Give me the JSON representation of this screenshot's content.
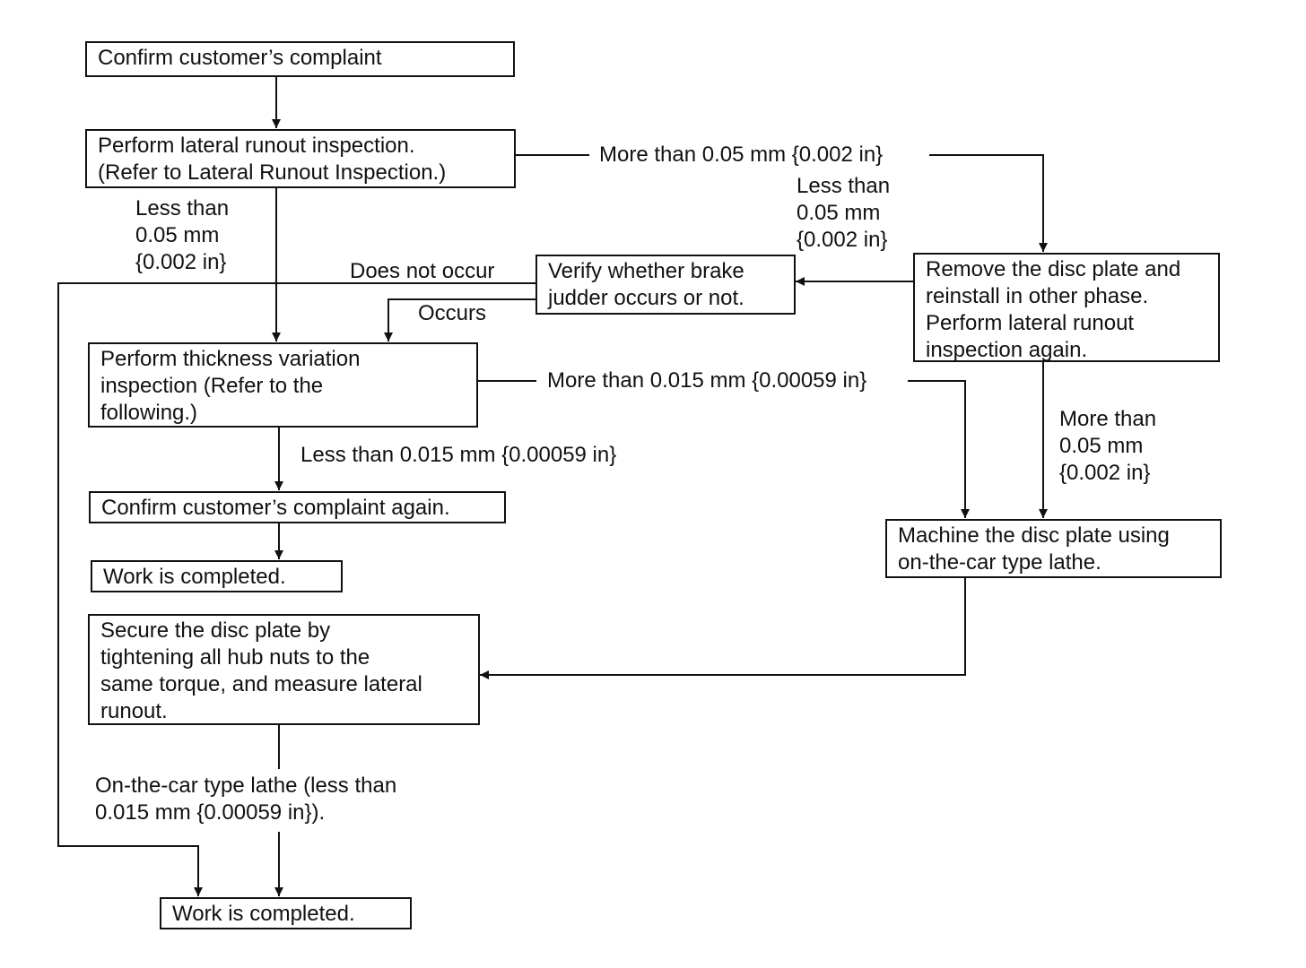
{
  "nodes": {
    "confirm_complaint": "Confirm customer’s complaint",
    "lateral_runout": "Perform lateral runout inspection.\n(Refer to Lateral Runout Inspection.)",
    "verify_judder": "Verify whether brake\njudder occurs or not.",
    "remove_reinstall": "Remove the disc plate and\nreinstall in other phase.\nPerform lateral runout\ninspection again.",
    "thickness_variation": "Perform thickness variation\ninspection (Refer to the\nfollowing.)",
    "confirm_again": "Confirm customer’s complaint again.",
    "work_completed_1": "Work is completed.",
    "machine_disc": "Machine the disc plate using\non-the-car type lathe.",
    "secure_disc": "Secure the disc plate by\ntightening all hub nuts to the\nsame torque, and measure lateral\nrunout.",
    "work_completed_2": "Work is completed."
  },
  "edges": {
    "lateral_more": "More than 0.05 mm {0.002 in}",
    "lateral_less": "Less than\n0.05 mm\n{0.002 in}",
    "reinstall_less": "Less than\n0.05 mm\n{0.002 in}",
    "does_not_occur": "Does not occur",
    "occurs": "Occurs",
    "thickness_more": "More than 0.015 mm {0.00059 in}",
    "thickness_less": "Less than 0.015 mm {0.00059 in}",
    "reinstall_more": "More than\n0.05 mm\n{0.002 in}",
    "lathe_result": "On-the-car type lathe (less than\n0.015 mm {0.00059 in})."
  }
}
